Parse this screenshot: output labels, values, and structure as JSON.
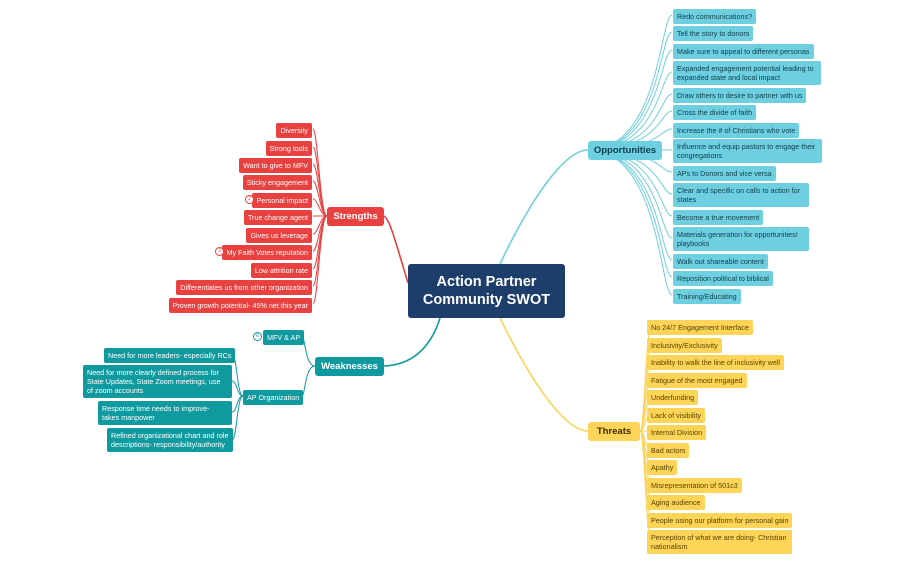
{
  "central": {
    "line1": "Action Partner",
    "line2": "Community SWOT"
  },
  "strengths": {
    "label": "Strengths",
    "items": [
      "Diversity",
      "Strong tools",
      "Want to give to MFV",
      "Sticky engagement",
      "Personal impact",
      "True change agent",
      "Gives us leverage",
      "My Faith Votes reputation",
      "Low attrition rate",
      "Differentiates us from other organization",
      "Proven growth potential- 45% net this year"
    ],
    "badge_personal": "2",
    "badge_reputation": "3"
  },
  "opportunities": {
    "label": "Opportunities",
    "items": [
      "Redo communications?",
      "Tell the story to donors",
      "Make sure to appeal to different personas",
      "Expanded engagement potential leading to expanded state and local impact",
      "Draw others to desire to partner with us",
      "Cross the divide of faith",
      "Increase the # of Christians who vote",
      "Influence and equip pastors to engage their congregations",
      "APs to Donors and vice versa",
      "Clear and specific on calls to action for states",
      "Become a true movement",
      "Materials generation for opportunities/ playbooks",
      "Walk out shareable content",
      "Reposition political to biblical",
      "Training/Educating"
    ]
  },
  "threats": {
    "label": "Threats",
    "items": [
      "No 24/7 Engagement Interface",
      "Inclusivity/Exclusivity",
      "Inability to walk the line of inclusivity well",
      "Fatigue of the most engaged",
      "Underfunding",
      "Lack of visibility",
      "Internal Division",
      "Bad actors",
      "Apathy",
      "Misrepresentation of 501c3",
      "Aging audience",
      "People using our platform for personal gain",
      "Perception of what we are doing- Christian nationalism"
    ]
  },
  "weaknesses": {
    "label": "Weaknesses",
    "mfv": "MFV & AP",
    "mfv_badge": "6",
    "ap_org": "AP Organization",
    "ap_items": [
      "Need for more leaders- especially RCs",
      "Need for more clearly defined process for State Updates, State Zoom meetings, use of zoom accounts",
      "Response time needs to improve- takes manpower",
      "Refined organizational chart and role descriptions- responsibility/authority"
    ]
  },
  "colors": {
    "strengths": "#e8413f",
    "opportunities": "#6ecfe1",
    "threats": "#fcd458",
    "weaknesses": "#0f9a9f",
    "central": "#1d3d6b"
  }
}
